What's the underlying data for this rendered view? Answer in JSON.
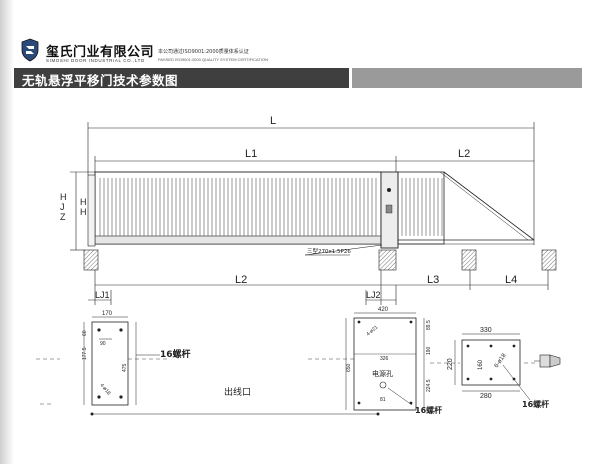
{
  "header": {
    "company_name": "玺氏门业有限公司",
    "company_name_en": "SIMOSHI DOOR INDUSTRIAL CO.,LTD",
    "cert_cn": "本公司通过ISO9001:2000质量体系认证",
    "cert_en": "PASSED ISO9001:2000 QUALITY SYSTEM CERTIFICATION"
  },
  "title": "无轨悬浮平移门技术参数图",
  "dimensions": {
    "L": "L",
    "L1": "L1",
    "L2_upper": "L2",
    "L2_lower": "L2",
    "L3": "L3",
    "L4": "L4",
    "LJ1": "LJ1",
    "LJ2": "LJ2",
    "H": "H",
    "J": "J",
    "Z": "Z",
    "rail_note": "三型270x1.5P26",
    "vert_left": "H\nJ\nZ",
    "vert_right": "H\nH"
  },
  "base_plate_left": {
    "w_top": "170",
    "side_60": "60",
    "side_1775": "177.5",
    "dim_90": "90",
    "dim_475": "475",
    "hole_note": "4-ø18",
    "bolt_label": "16螺杆"
  },
  "base_plate_middle": {
    "w_top": "420",
    "dims_right": [
      "89.5",
      "190",
      "224.5"
    ],
    "dim_650": "650",
    "dim_326": "326",
    "note_cable": "电源孔",
    "hole_note": "4-ø21",
    "bottom_num": "81",
    "bolt_label": "16螺杆"
  },
  "base_plate_right": {
    "w_top": "330",
    "dim_220": "220",
    "dim_280": "280",
    "dim_160": "160",
    "hole_note": "6-ø18",
    "bolt_label": "16螺杆"
  },
  "outlet_label": "出线口"
}
